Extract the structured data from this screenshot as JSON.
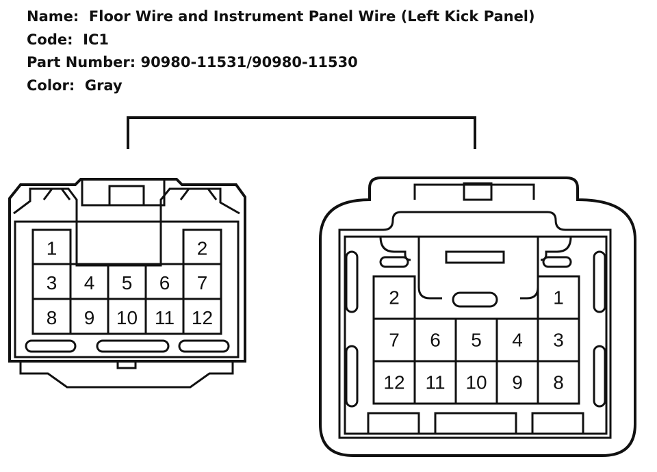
{
  "info": {
    "name_label": "Name:",
    "name_value": "Floor Wire and Instrument Panel Wire (Left Kick Panel)",
    "code_label": "Code:",
    "code_value": "IC1",
    "part_label": "Part Number:",
    "part_value": "90980-11531/90980-11530",
    "color_label": "Color:",
    "color_value": "Gray"
  },
  "left_connector": {
    "pins_row1": [
      "1",
      "2"
    ],
    "pins_row2": [
      "3",
      "4",
      "5",
      "6",
      "7"
    ],
    "pins_row3": [
      "8",
      "9",
      "10",
      "11",
      "12"
    ]
  },
  "right_connector": {
    "pins_row1": [
      "2",
      "1"
    ],
    "pins_row2": [
      "7",
      "6",
      "5",
      "4",
      "3"
    ],
    "pins_row3": [
      "12",
      "11",
      "10",
      "9",
      "8"
    ]
  },
  "colors": {
    "line": "#111111",
    "background": "#ffffff"
  }
}
